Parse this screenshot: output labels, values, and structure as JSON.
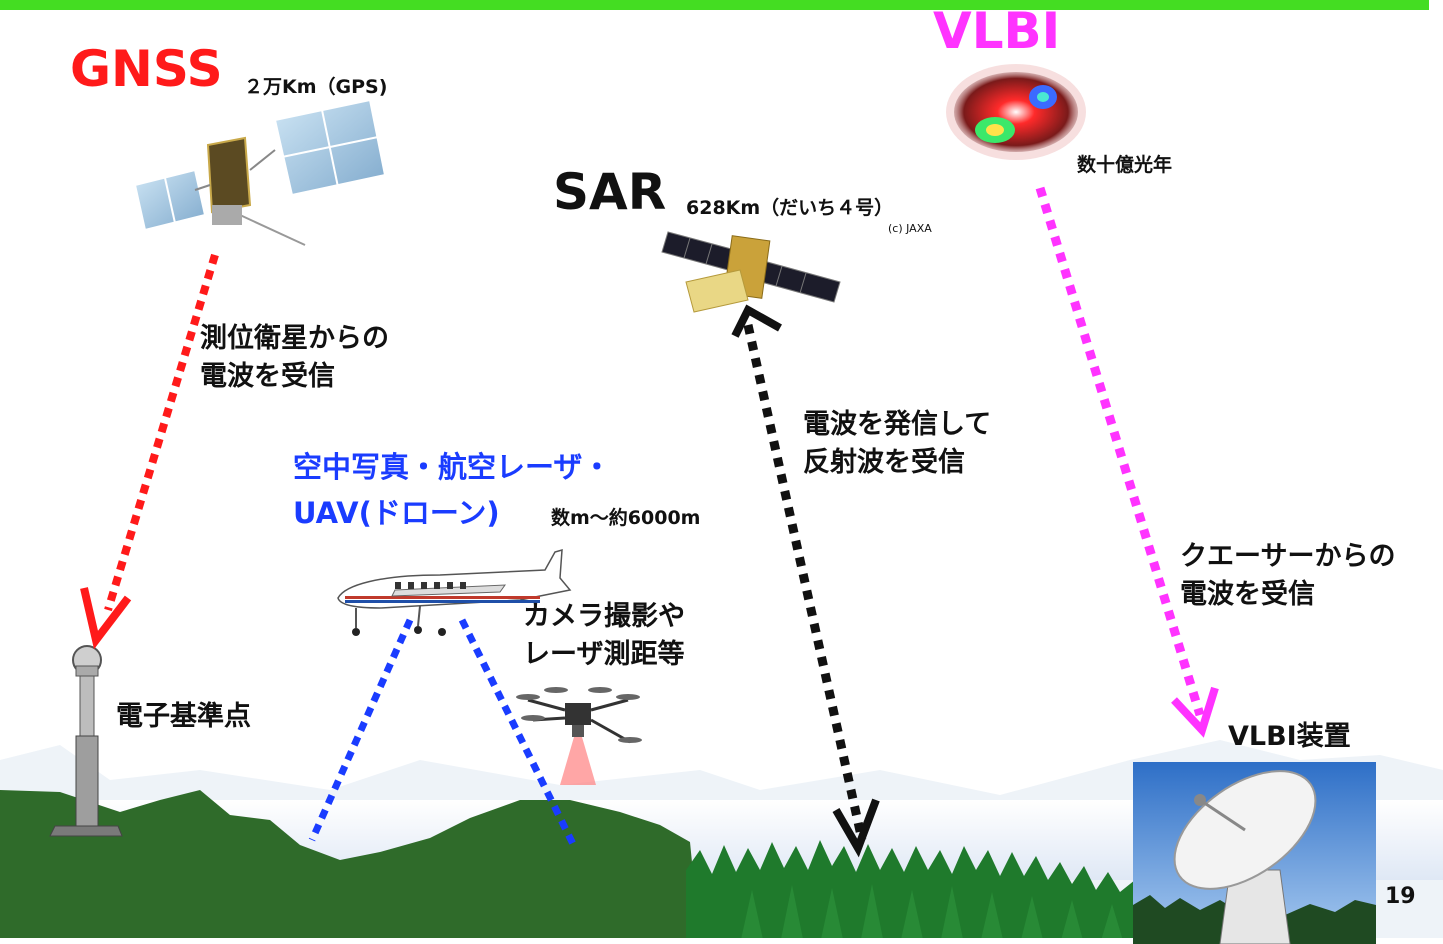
{
  "colors": {
    "top_bar": "#44dd22",
    "gnss_red": "#ff1a1a",
    "vlbi_magenta": "#ff33ff",
    "aerial_blue": "#1a3cff",
    "sar_black": "#111111",
    "mountain_green": "#2f6b2a",
    "forest_green": "#1f7a2c"
  },
  "gnss": {
    "title": "GNSS",
    "subtitle": "２万Km（GPS)"
  },
  "sar": {
    "title": "SAR",
    "subtitle": "628Km（だいち４号）",
    "credit": "(c) JAXA"
  },
  "vlbi": {
    "title": "VLBI",
    "distance": "数十億光年"
  },
  "labels": {
    "gnss_signal": "測位衛星からの\n電波を受信",
    "sar_signal": "電波を発信して\n反射波を受信",
    "vlbi_signal": "クエーサーからの\n電波を受信",
    "camera": "カメラ撮影や\nレーザ測距等",
    "station": "電子基準点",
    "vlbi_device": "VLBI装置"
  },
  "aerial": {
    "line1": "空中写真・航空レーザ・",
    "line2": "UAV(ドローン)",
    "range": "数m～約6000m"
  },
  "page_number": "19",
  "icons": [
    "gps-satellite-icon",
    "sar-satellite-icon",
    "quasar-image",
    "airplane-icon",
    "drone-icon",
    "gnss-station-pillar-icon",
    "radio-telescope-photo"
  ]
}
